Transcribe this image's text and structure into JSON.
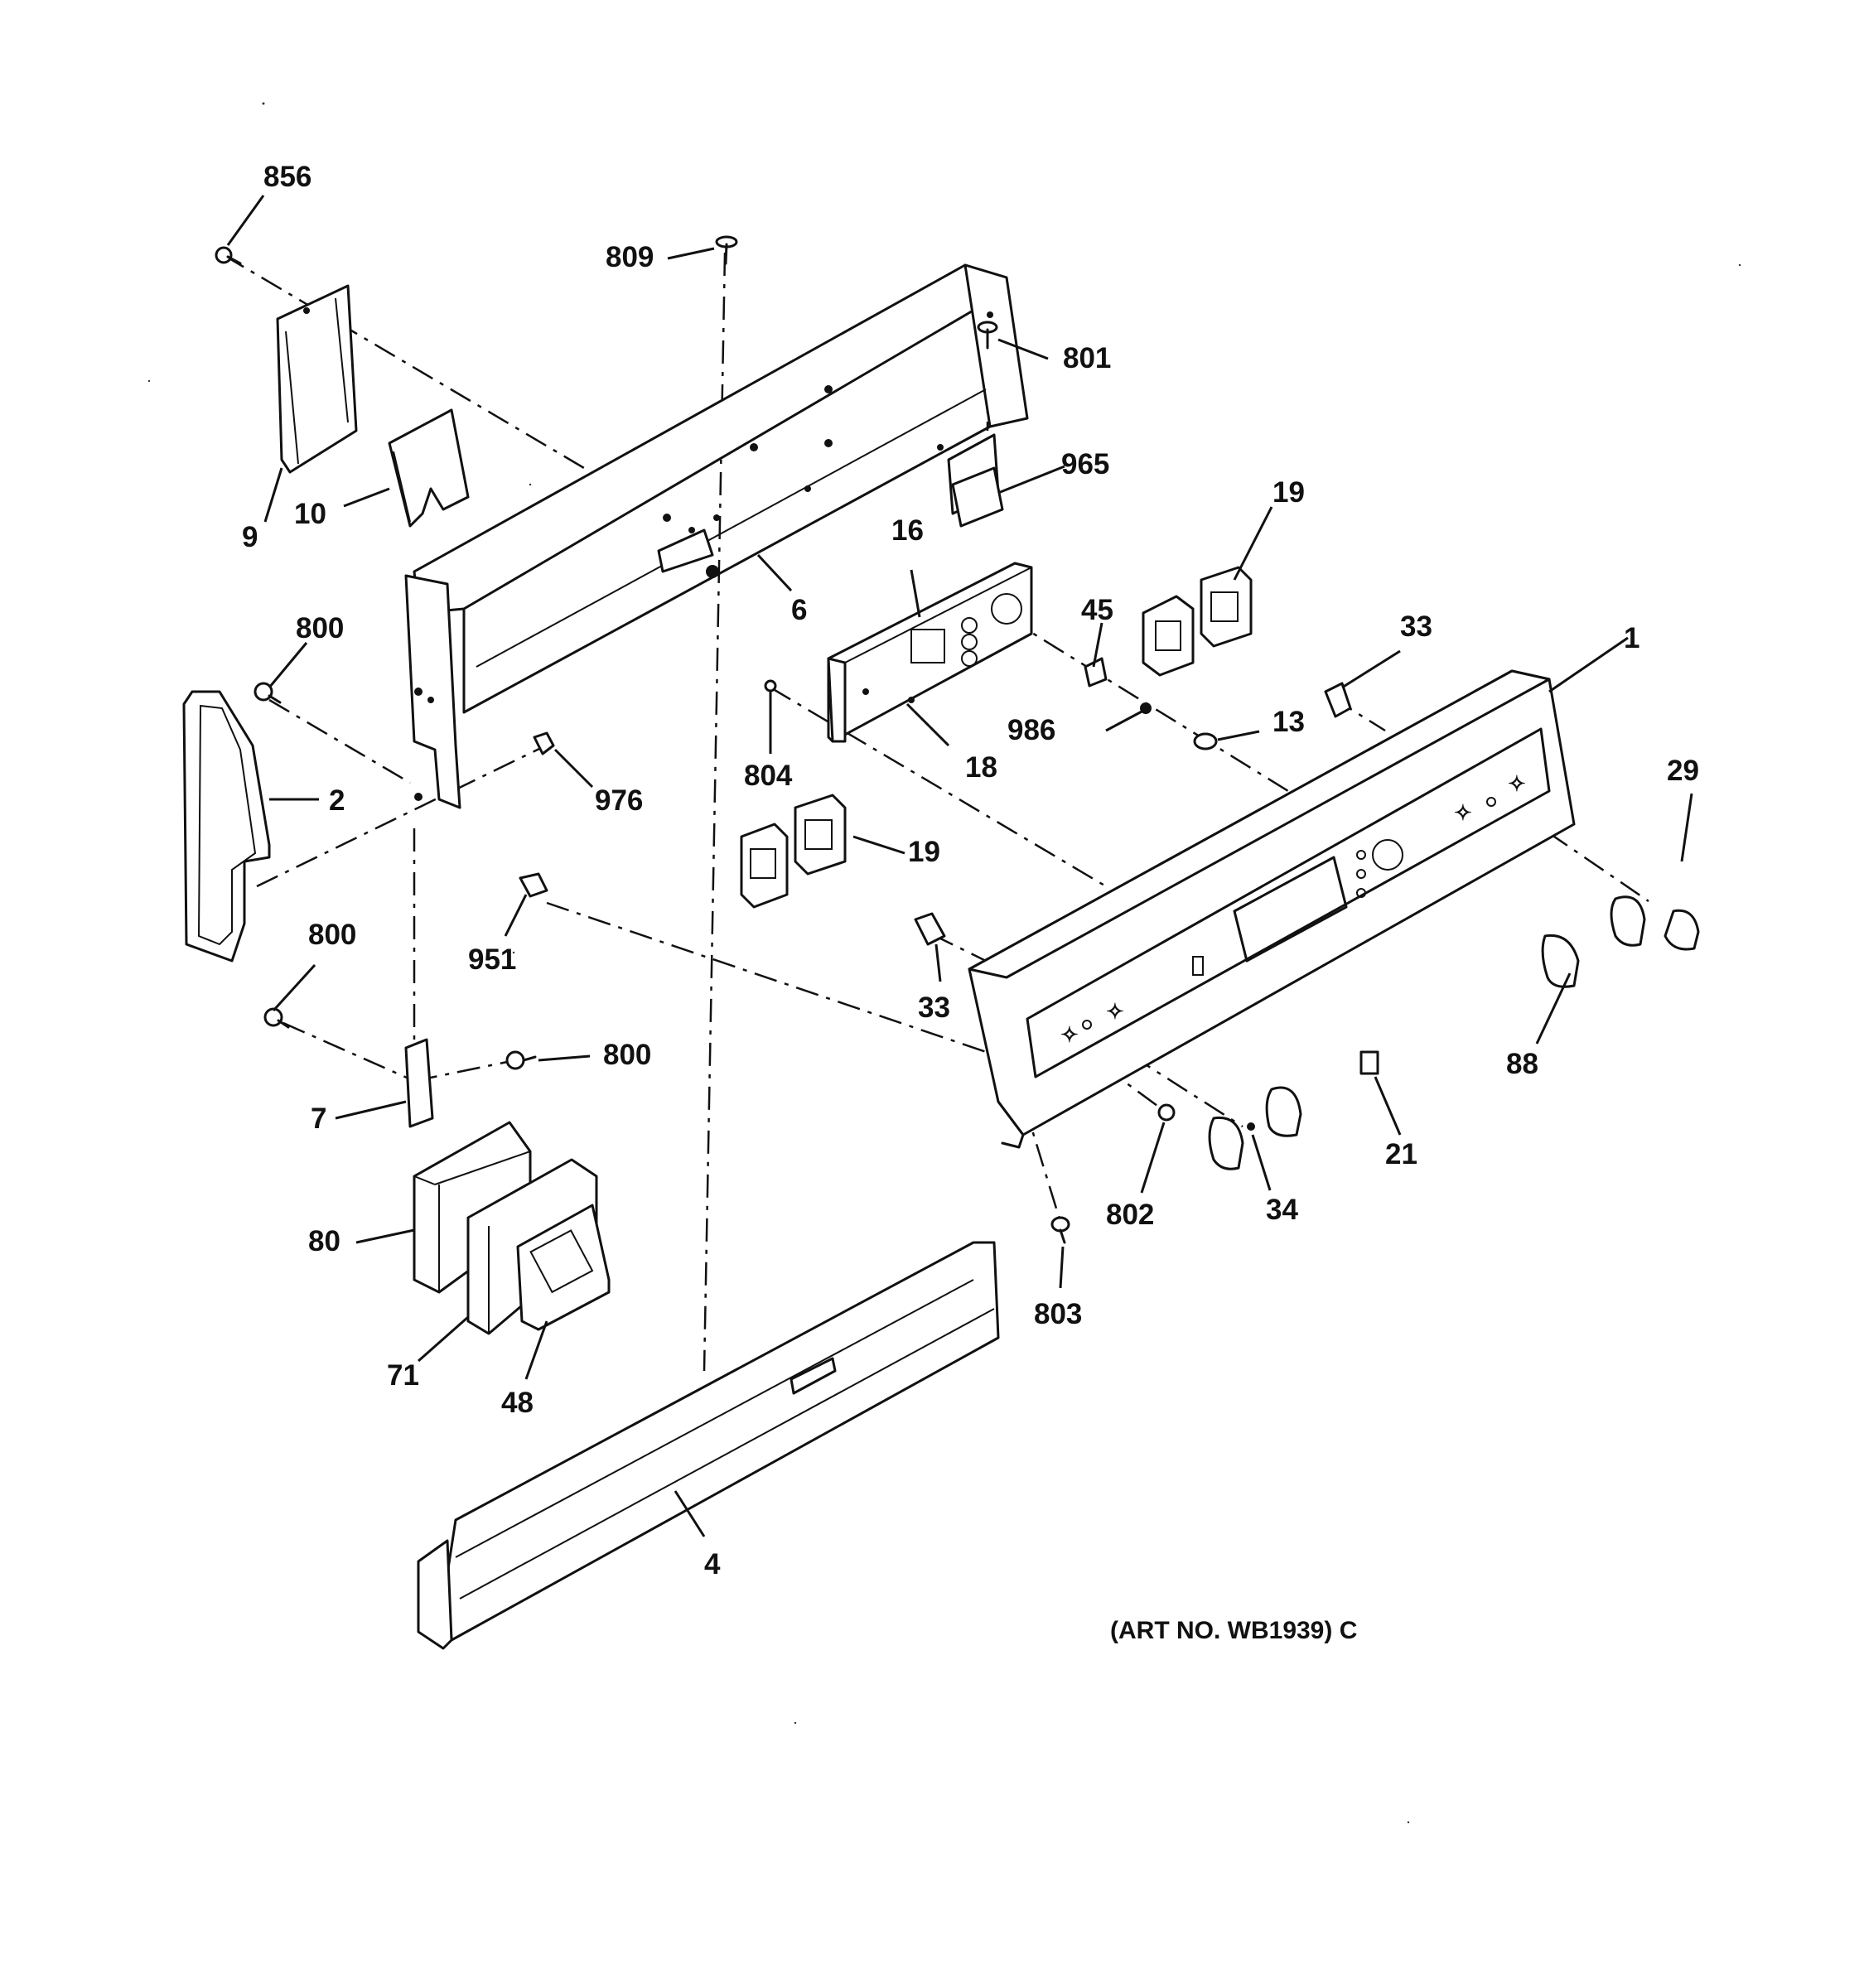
{
  "callouts": {
    "c856": "856",
    "c809": "809",
    "c801": "801",
    "c965": "965",
    "c9": "9",
    "c10": "10",
    "c6": "6",
    "c16": "16",
    "c19a": "19",
    "c45": "45",
    "c33a": "33",
    "c1": "1",
    "c800a": "800",
    "c2": "2",
    "c976": "976",
    "c804": "804",
    "c18": "18",
    "c986": "986",
    "c13": "13",
    "c29": "29",
    "c19b": "19",
    "c951": "951",
    "c800b": "800",
    "c33b": "33",
    "c800c": "800",
    "c7": "7",
    "c88": "88",
    "c21": "21",
    "c802": "802",
    "c34": "34",
    "c80": "80",
    "c803": "803",
    "c71": "71",
    "c48": "48",
    "c4": "4"
  },
  "art_number": "(ART NO. WB1939) C"
}
